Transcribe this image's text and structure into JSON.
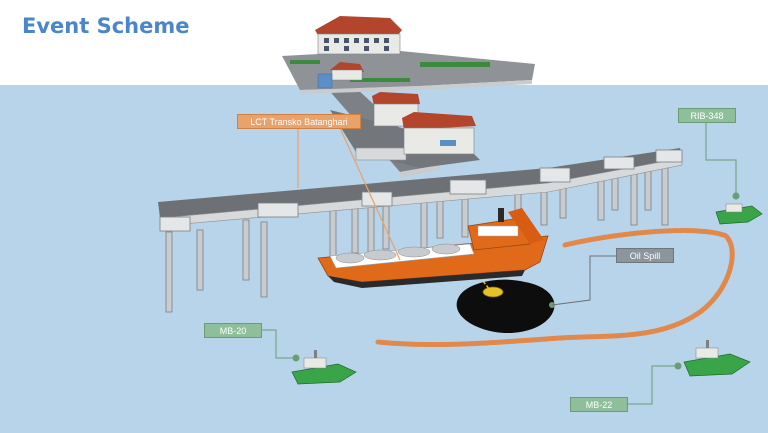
{
  "title": "Event Scheme",
  "labels": {
    "lct": "LCT Transko Batanghari",
    "oil_spill": "Oil Spill",
    "rib": "RIB-348",
    "mb20": "MB-20",
    "mb22": "MB-22"
  },
  "colors": {
    "sea": "#b8d4ea",
    "jetty_deck": "#6d7176",
    "ship_hull": "#e06a1a",
    "boom": "#e2884a",
    "oil": "#0d0d0d",
    "boat": "#3aa548",
    "roof": "#b3452c",
    "callout_green": "#6a9d76",
    "callout_orange": "#e8a26a",
    "title": "#4a86c8"
  },
  "icons": [
    "building-icon",
    "jetty-icon",
    "tanker-ship-icon",
    "oil-slick-icon",
    "containment-boom-icon",
    "patrol-boat-icon"
  ]
}
